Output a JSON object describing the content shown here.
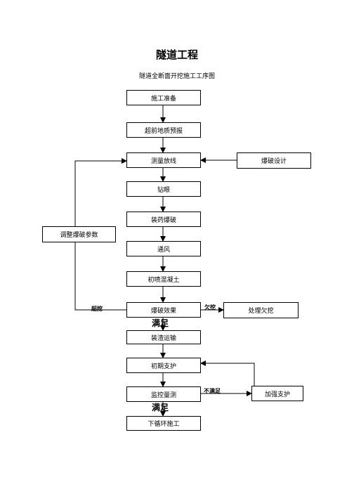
{
  "title": "隧道工程",
  "subtitle": "隧道全断面开挖施工工序图",
  "steps": [
    "施工准备",
    "超前地质预报",
    "测量放线",
    "钻眼",
    "装药爆破",
    "通风",
    "初喷混凝土",
    "爆破效果",
    "装渣运输",
    "初期支护",
    "监控量测",
    "下循环施工"
  ],
  "side_boxes": {
    "blast_design": "爆破设计",
    "adjust_params": "调整爆破参数",
    "handle_underbreak": "处理欠挖",
    "strengthen_support": "加强支护"
  },
  "labels": {
    "overbreak": "超挖",
    "underbreak": "欠挖",
    "satisfied_1": "满足",
    "not_satisfied": "不满足",
    "satisfied_2": "满足"
  }
}
